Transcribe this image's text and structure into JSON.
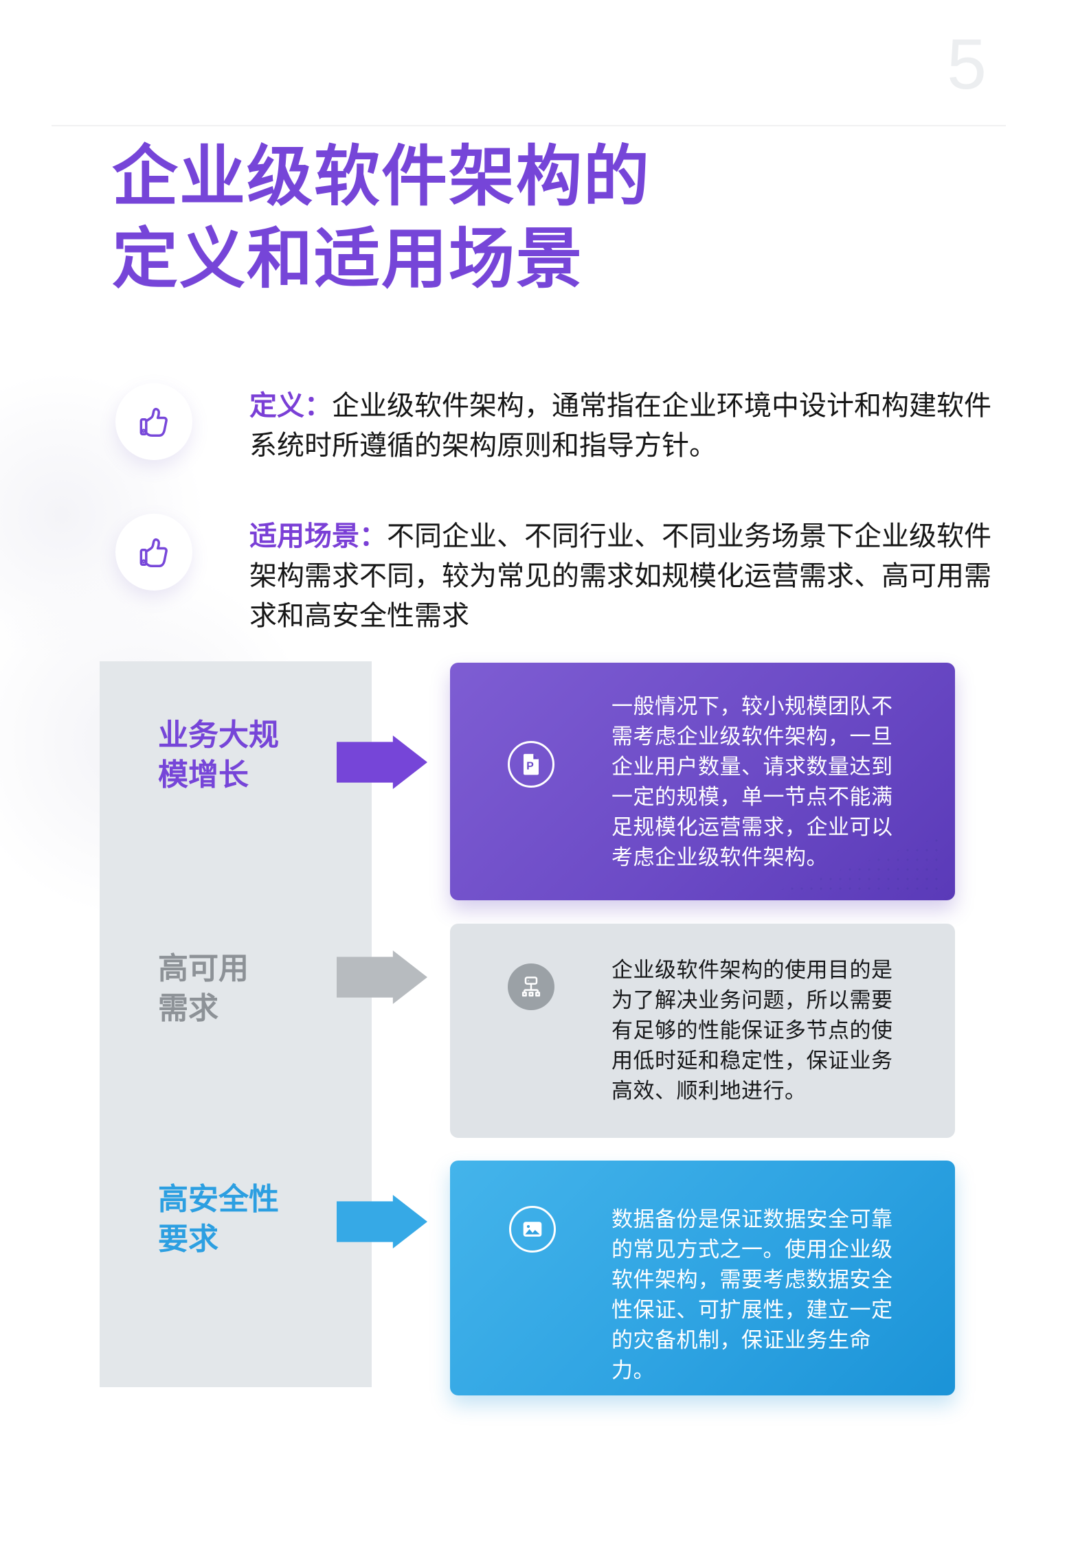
{
  "page": {
    "number": "5"
  },
  "title": {
    "line1": "企业级软件架构的",
    "line2": "定义和适用场景"
  },
  "bullets": [
    {
      "icon": "thumbs-up-icon",
      "label": "定义：",
      "text": "企业级软件架构，通常指在企业环境中设计和构建软件系统时所遵循的架构原则和指导方针。"
    },
    {
      "icon": "thumbs-up-icon",
      "label": "适用场景：",
      "text": "不同企业、不同行业、不同业务场景下企业级软件架构需求不同，较为常见的需求如规模化运营需求、高可用需求和高安全性需求"
    }
  ],
  "diagram": {
    "rows": [
      {
        "label": "业务大规模增长",
        "label_lines": [
          "业务大规",
          "模增长"
        ],
        "theme": "purple",
        "icon": "ppt-file-icon",
        "text": "一般情况下，较小规模团队不需考虑企业级软件架构，一旦企业用户数量、请求数量达到一定的规模，单一节点不能满足规模化运营需求，企业可以考虑企业级软件架构。"
      },
      {
        "label": "高可用需求",
        "label_lines": [
          "高可用",
          "需求"
        ],
        "theme": "gray",
        "icon": "org-chart-icon",
        "text": "企业级软件架构的使用目的是为了解决业务问题，所以需要有足够的性能保证多节点的使用低时延和稳定性，保证业务高效、顺利地进行。"
      },
      {
        "label": "高安全性要求",
        "label_lines": [
          "高安全性",
          "要求"
        ],
        "theme": "blue",
        "icon": "image-icon",
        "text": "数据备份是保证数据安全可靠的常见方式之一。使用企业级软件架构，需要考虑数据安全性保证、可扩展性，建立一定的灾备机制，保证业务生命力。"
      }
    ]
  },
  "colors": {
    "title_purple": "#7645d8",
    "bullet_label_purple": "#7a3fd6",
    "card_purple_start": "#7e5dd3",
    "card_purple_end": "#5a3ab8",
    "gray_panel": "#e3e7ea",
    "gray_label": "#8d9297",
    "gray_arrow": "#b7bbbf",
    "gray_card": "#dfe3e7",
    "gray_icon_bg": "#9ba1a6",
    "blue_label": "#2c9fe1",
    "blue_arrow": "#36a9e6",
    "card_blue_start": "#44b4eb",
    "card_blue_end": "#1b93d7",
    "body_text": "#161616",
    "page_number_gray": "#eceef0"
  }
}
